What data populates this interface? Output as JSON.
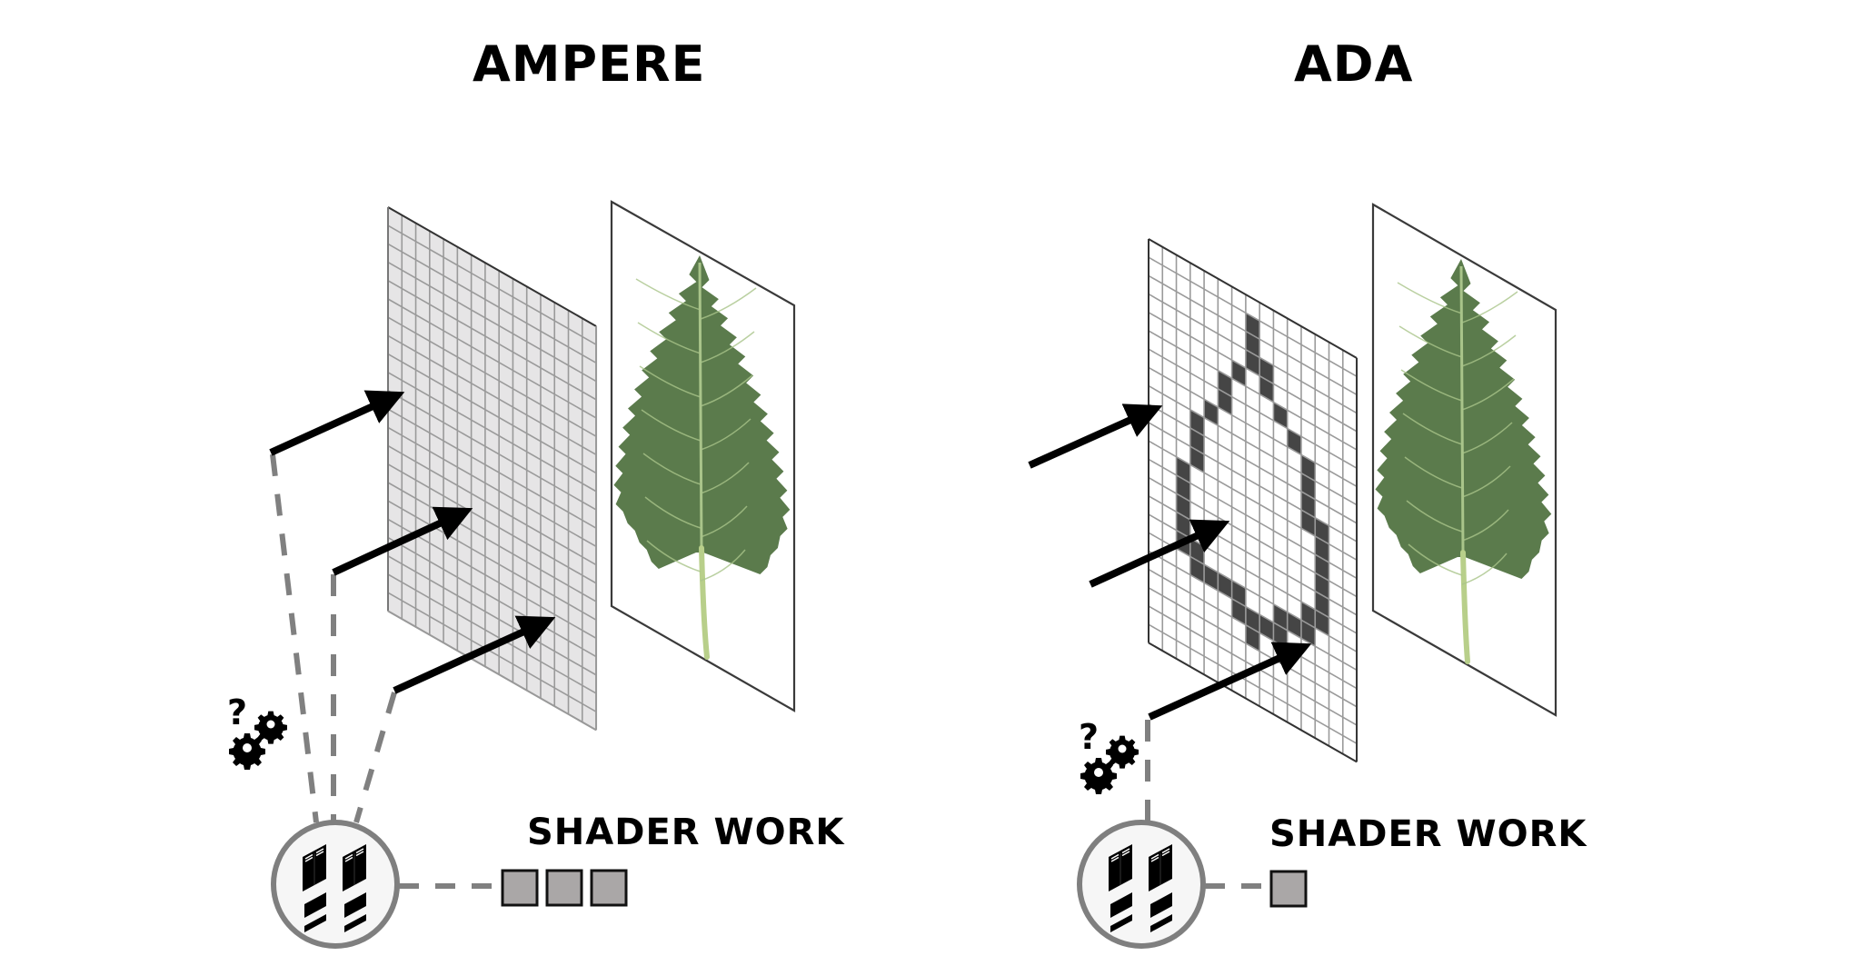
{
  "panels": [
    {
      "id": "ampere",
      "title": "AMPERE",
      "shader_label": "SHADER WORK",
      "shader_work_units": 3,
      "grid": {
        "cols": 15,
        "rows": 22,
        "fill": "#e6e5e6",
        "line": "#9a9a9a",
        "highlighted_cells": []
      },
      "arrows": 3,
      "dashed_links": 3
    },
    {
      "id": "ada",
      "title": "ADA",
      "shader_label": "SHADER WORK",
      "shader_work_units": 1,
      "grid": {
        "cols": 15,
        "rows": 22,
        "fill": "#ffffff",
        "line": "#9a9a9a",
        "highlight_color": "#454545",
        "highlighted_cells": [
          [
            7,
            1
          ],
          [
            7,
            2
          ],
          [
            7,
            3
          ],
          [
            8,
            3
          ],
          [
            8,
            4
          ],
          [
            6,
            4
          ],
          [
            5,
            5
          ],
          [
            5,
            6
          ],
          [
            9,
            5
          ],
          [
            10,
            6
          ],
          [
            4,
            7
          ],
          [
            11,
            7
          ],
          [
            11,
            8
          ],
          [
            11,
            9
          ],
          [
            11,
            10
          ],
          [
            3,
            8
          ],
          [
            3,
            9
          ],
          [
            3,
            10
          ],
          [
            2,
            11
          ],
          [
            2,
            12
          ],
          [
            2,
            13
          ],
          [
            2,
            14
          ],
          [
            2,
            15
          ],
          [
            12,
            10
          ],
          [
            12,
            11
          ],
          [
            12,
            12
          ],
          [
            12,
            13
          ],
          [
            12,
            14
          ],
          [
            12,
            15
          ],
          [
            3,
            15
          ],
          [
            3,
            16
          ],
          [
            4,
            16
          ],
          [
            5,
            16
          ],
          [
            6,
            16
          ],
          [
            6,
            17
          ],
          [
            7,
            17
          ],
          [
            7,
            18
          ],
          [
            8,
            17
          ],
          [
            9,
            16
          ],
          [
            9,
            17
          ],
          [
            10,
            16
          ],
          [
            11,
            15
          ],
          [
            11,
            16
          ]
        ]
      },
      "arrows": 3,
      "dashed_links": 1
    }
  ],
  "icons": {
    "query_gears": "question-mark-with-gears",
    "processor": "gpu-processor-chips",
    "leaf": "leaf-image"
  },
  "colors": {
    "arrow": "#000000",
    "dash": "#808080",
    "circle_stroke": "#7f7f7f",
    "circle_fill": "#f6f6f6",
    "frame": "#3a3a3a",
    "work_unit_fill": "#aaa7a7",
    "work_unit_stroke": "#111111",
    "leaf": "#5b7b4c",
    "leaf_vein": "#a9c48a"
  }
}
